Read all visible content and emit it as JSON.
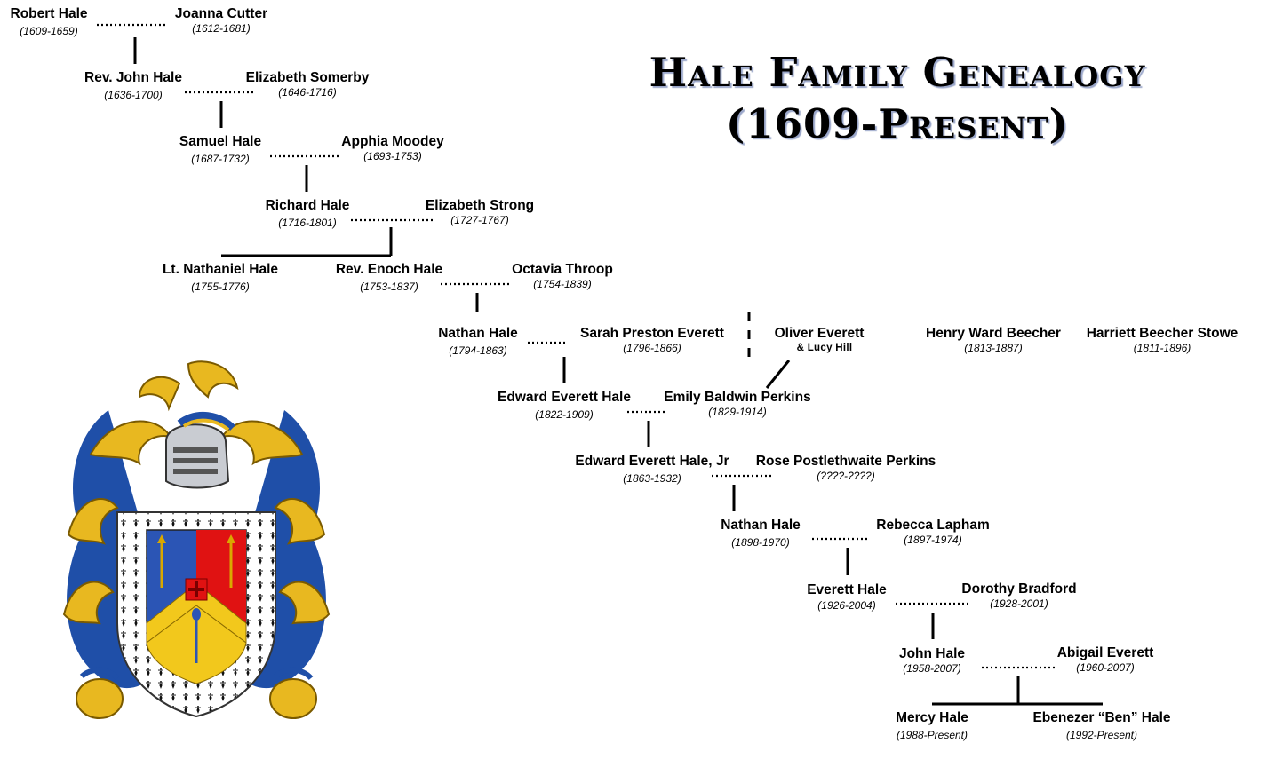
{
  "title": {
    "line1": "Hale Family Genealogy",
    "line2": "(1609-Present)"
  },
  "people": [
    {
      "id": "robert_hale",
      "name": "Robert Hale",
      "dates": "(1609-1659)"
    },
    {
      "id": "joanna_cutter",
      "name": "Joanna Cutter",
      "dates": "(1612-1681)"
    },
    {
      "id": "john_hale_rev",
      "name": "Rev. John Hale",
      "dates": "(1636-1700)"
    },
    {
      "id": "elizabeth_somerby",
      "name": "Elizabeth Somerby",
      "dates": "(1646-1716)"
    },
    {
      "id": "samuel_hale",
      "name": "Samuel Hale",
      "dates": "(1687-1732)"
    },
    {
      "id": "apphia_moodey",
      "name": "Apphia Moodey",
      "dates": "(1693-1753)"
    },
    {
      "id": "richard_hale",
      "name": "Richard Hale",
      "dates": "(1716-1801)"
    },
    {
      "id": "elizabeth_strong",
      "name": "Elizabeth Strong",
      "dates": "(1727-1767)"
    },
    {
      "id": "nathaniel_hale",
      "name": "Lt. Nathaniel Hale",
      "dates": "(1755-1776)"
    },
    {
      "id": "enoch_hale",
      "name": "Rev. Enoch Hale",
      "dates": "(1753-1837)"
    },
    {
      "id": "octavia_throop",
      "name": "Octavia Throop",
      "dates": "(1754-1839)"
    },
    {
      "id": "nathan_hale_1794",
      "name": "Nathan Hale",
      "dates": "(1794-1863)"
    },
    {
      "id": "sarah_preston_everett",
      "name": "Sarah Preston Everett",
      "dates": "(1796-1866)"
    },
    {
      "id": "oliver_everett",
      "name": "Oliver Everett",
      "note": "& Lucy Hill"
    },
    {
      "id": "henry_ward_beecher",
      "name": "Henry Ward Beecher",
      "dates": "(1813-1887)"
    },
    {
      "id": "harriett_beecher_stowe",
      "name": "Harriett Beecher Stowe",
      "dates": "(1811-1896)"
    },
    {
      "id": "edward_everett_hale",
      "name": "Edward Everett Hale",
      "dates": "(1822-1909)"
    },
    {
      "id": "emily_baldwin_perkins",
      "name": "Emily Baldwin Perkins",
      "dates": "(1829-1914)"
    },
    {
      "id": "edward_everett_hale_jr",
      "name": "Edward Everett Hale, Jr",
      "dates": "(1863-1932)"
    },
    {
      "id": "rose_postlethwaite_perkins",
      "name": "Rose Postlethwaite Perkins",
      "dates": "(????-????)"
    },
    {
      "id": "nathan_hale_1898",
      "name": "Nathan Hale",
      "dates": "(1898-1970)"
    },
    {
      "id": "rebecca_lapham",
      "name": "Rebecca Lapham",
      "dates": "(1897-1974)"
    },
    {
      "id": "everett_hale",
      "name": "Everett Hale",
      "dates": "(1926-2004)"
    },
    {
      "id": "dorothy_bradford",
      "name": "Dorothy Bradford",
      "dates": "(1928-2001)"
    },
    {
      "id": "john_hale_1958",
      "name": "John Hale",
      "dates": "(1958-2007)"
    },
    {
      "id": "abigail_everett",
      "name": "Abigail Everett",
      "dates": "(1960-2007)"
    },
    {
      "id": "mercy_hale",
      "name": "Mercy Hale",
      "dates": "(1988-Present)"
    },
    {
      "id": "ben_hale",
      "name": "Ebenezer “Ben” Hale",
      "dates": "(1992-Present)"
    }
  ],
  "colors": {
    "line": "#000000",
    "shield_blue": "#2b55b5",
    "shield_red": "#e01212",
    "shield_gold": "#f2c81c",
    "mantling_blue": "#1f4fa8",
    "mantling_gold": "#e8b820"
  },
  "icons": {
    "coat_of_arms": "coat-of-arms-icon"
  }
}
